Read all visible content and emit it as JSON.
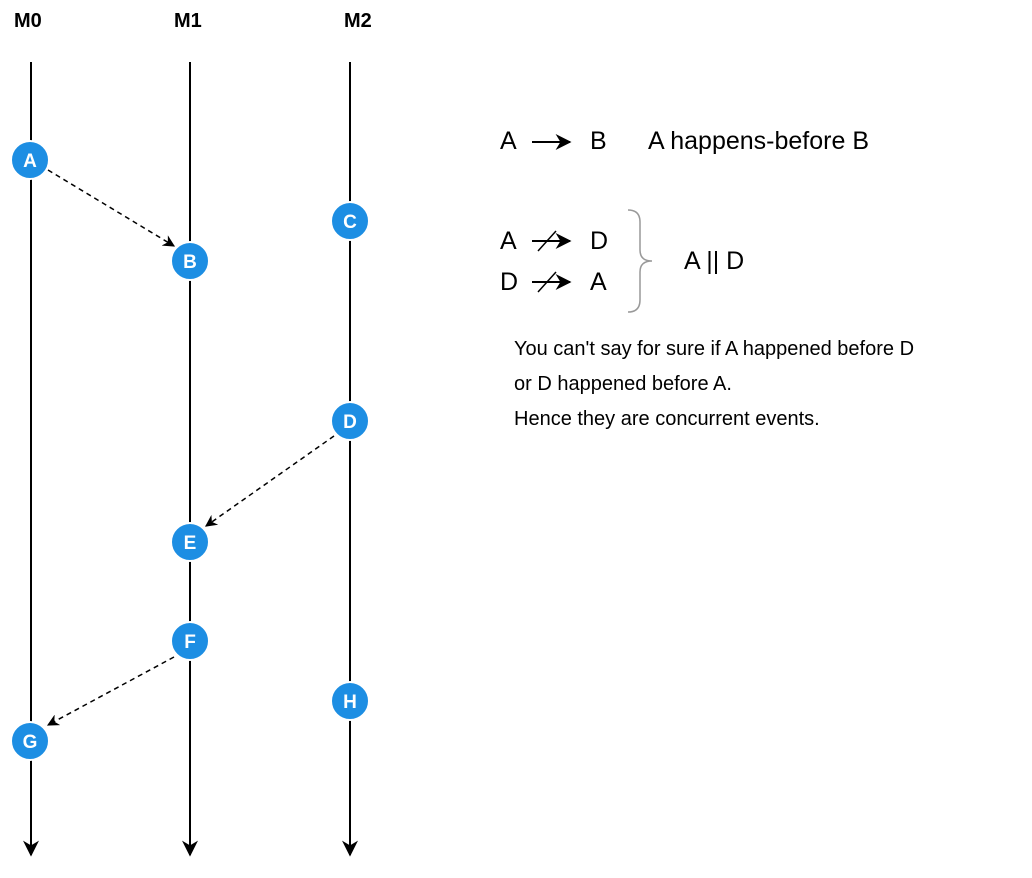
{
  "lanes": [
    "M0",
    "M1",
    "M2"
  ],
  "events": [
    "A",
    "B",
    "C",
    "D",
    "E",
    "F",
    "G",
    "H"
  ],
  "legend": {
    "hb_left": "A",
    "hb_right": "B",
    "hb_desc": "A happens-before B",
    "nhb1_left": "A",
    "nhb1_right": "D",
    "nhb2_left": "D",
    "nhb2_right": "A",
    "concurrent": "A || D"
  },
  "note": [
    "You can't say for sure if A happened before D",
    "or D happened before A.",
    "Hence they are concurrent events."
  ],
  "colors": {
    "node_fill": "#1d8ee3",
    "node_stroke": "#ffffff",
    "line": "#000000",
    "brace": "#999999"
  }
}
